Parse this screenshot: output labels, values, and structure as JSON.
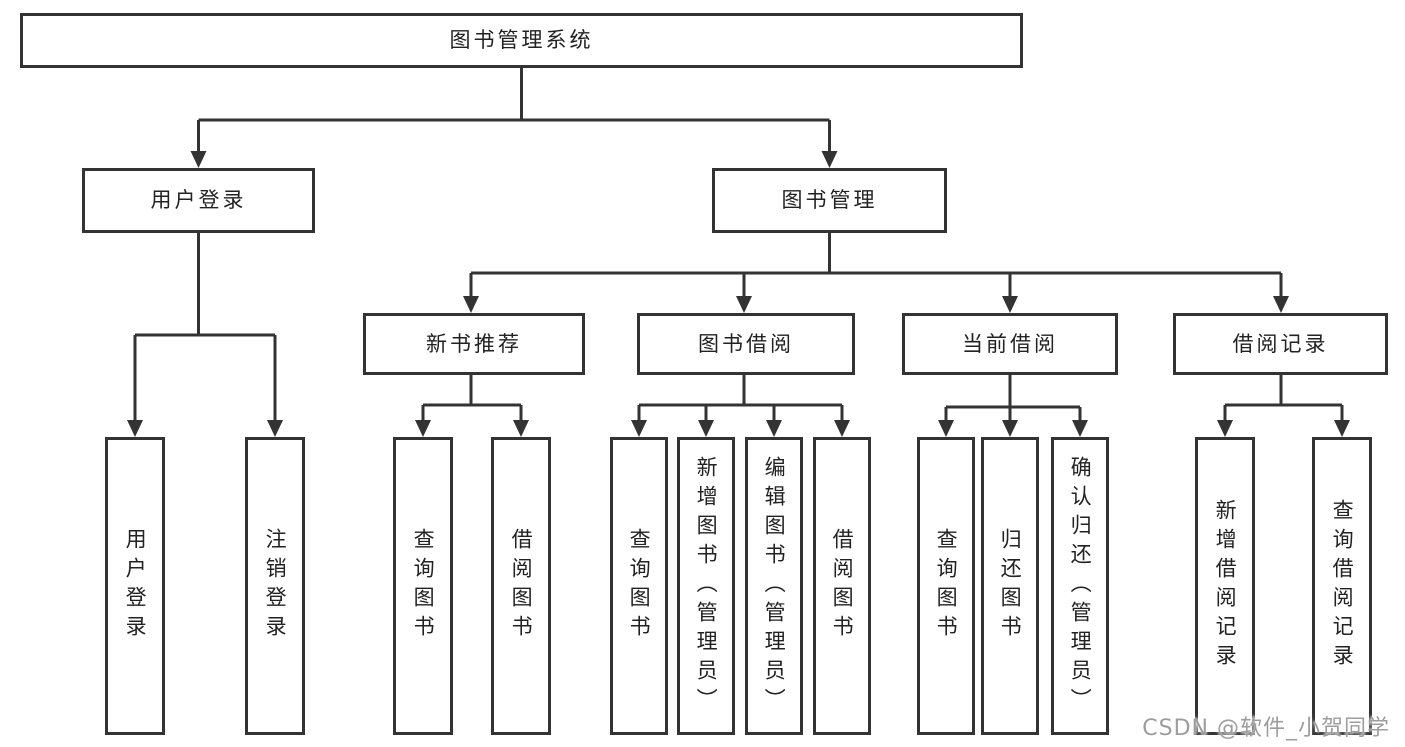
{
  "diagram": {
    "type": "hierarchy-tree",
    "root": {
      "label": "图书管理系统",
      "children": [
        {
          "label": "用户登录",
          "children": [
            {
              "label": "用户登录"
            },
            {
              "label": "注销登录"
            }
          ]
        },
        {
          "label": "图书管理",
          "children": [
            {
              "label": "新书推荐",
              "children": [
                {
                  "label": "查询图书"
                },
                {
                  "label": "借阅图书"
                }
              ]
            },
            {
              "label": "图书借阅",
              "children": [
                {
                  "label": "查询图书"
                },
                {
                  "label": "新增图书（管理员）"
                },
                {
                  "label": "编辑图书（管理员）"
                },
                {
                  "label": "借阅图书"
                }
              ]
            },
            {
              "label": "当前借阅",
              "children": [
                {
                  "label": "查询图书"
                },
                {
                  "label": "归还图书"
                },
                {
                  "label": "确认归还（管理员）"
                }
              ]
            },
            {
              "label": "借阅记录",
              "children": [
                {
                  "label": "新增借阅记录"
                },
                {
                  "label": "查询借阅记录"
                }
              ]
            }
          ]
        }
      ]
    }
  },
  "watermark": {
    "text": "CSDN @软件_小贺同学",
    "color": "#9d9d9d"
  },
  "colors": {
    "line": "#333333",
    "box_border": "#333333",
    "text": "#222222",
    "background": "#ffffff"
  }
}
